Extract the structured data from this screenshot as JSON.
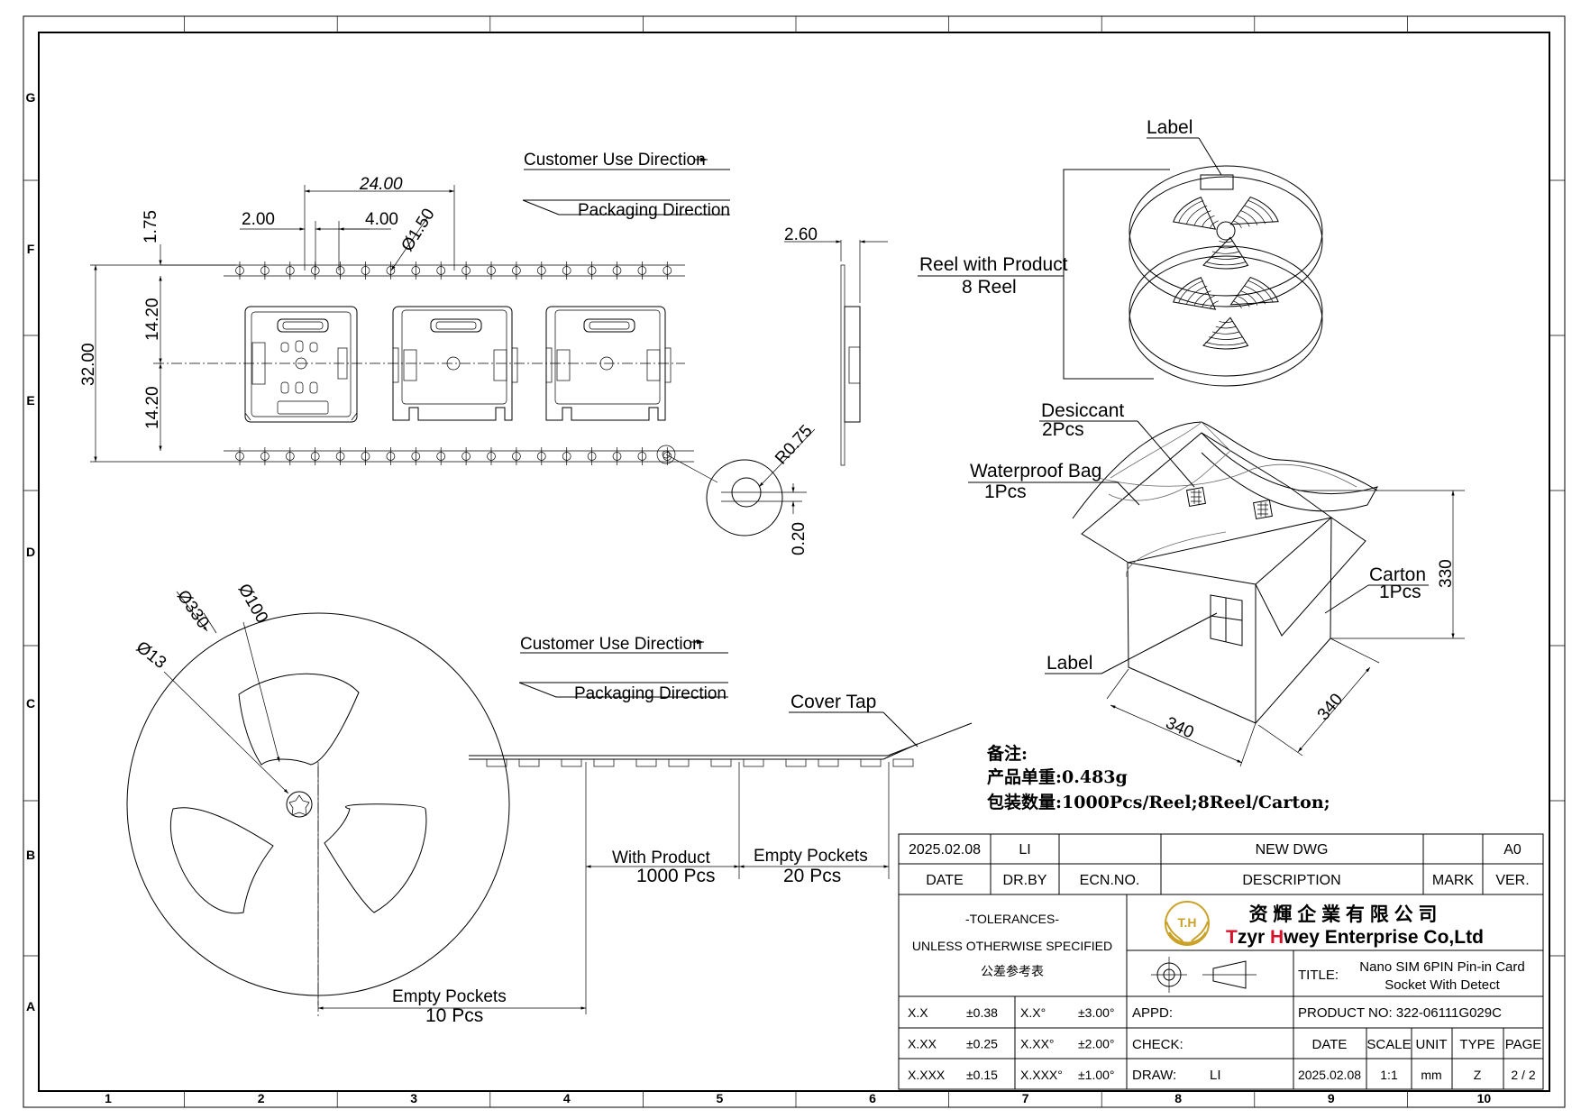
{
  "frame": {
    "columns": [
      "1",
      "2",
      "3",
      "4",
      "5",
      "6",
      "7",
      "8",
      "9",
      "10"
    ],
    "rows": [
      "G",
      "F",
      "E",
      "D",
      "C",
      "B",
      "A"
    ]
  },
  "directions": {
    "customer_use": "Customer Use Direction",
    "packaging": "Packaging Direction"
  },
  "dimensions": {
    "pitch_total": "24.00",
    "d_2_00": "2.00",
    "d_4_00": "4.00",
    "d_1_75": "1.75",
    "hole_dia": "Ø1.50",
    "tape_width": "32.00",
    "half_upper": "14.20",
    "half_lower": "14.20",
    "thickness": "2.60",
    "radius": "R0.75",
    "d_0_20": "0.20",
    "reel_outer": "Ø330",
    "reel_hub": "Ø100",
    "reel_bore": "Ø13",
    "carton_h": "330",
    "carton_w": "340",
    "carton_d": "340"
  },
  "reel_callouts": {
    "label": "Label",
    "reel_line1": "Reel with Product",
    "reel_line2": "8 Reel"
  },
  "carton_callouts": {
    "desiccant_line1": "Desiccant",
    "desiccant_line2": "2Pcs",
    "bag_line1": "Waterproof Bag",
    "bag_line2": "1Pcs",
    "carton_line1": "Carton",
    "carton_line2": "1Pcs",
    "label": "Label"
  },
  "tape_callouts": {
    "cover_tape": "Cover Tap",
    "with_product_line1": "With Product",
    "with_product_line2": "1000 Pcs",
    "empty_20_line1": "Empty Pockets",
    "empty_20_line2": "20 Pcs",
    "empty_10_line1": "Empty Pockets",
    "empty_10_line2": "10 Pcs"
  },
  "notes": {
    "heading": "备注:",
    "weight": "产品单重:0.483g",
    "packing": "包装数量:1000Pcs/Reel;8Reel/Carton;"
  },
  "title_block": {
    "revision": {
      "date": "2025.02.08",
      "drawn_by": "LI",
      "ecn": "",
      "description": "NEW DWG",
      "mark": "",
      "version": "A0"
    },
    "revision_headers": [
      "DATE",
      "DR.BY",
      "ECN.NO.",
      "DESCRIPTION",
      "MARK",
      "VER."
    ],
    "tolerances": {
      "line1": "-TOLERANCES-",
      "line2": "UNLESS OTHERWISE SPECIFIED",
      "line3": "公差参考表",
      "rows": [
        {
          "lin": "X.X",
          "lin_tol": "±0.38",
          "ang": "X.X°",
          "ang_tol": "±3.00°"
        },
        {
          "lin": "X.XX",
          "lin_tol": "±0.25",
          "ang": "X.XX°",
          "ang_tol": "±2.00°"
        },
        {
          "lin": "X.XXX",
          "lin_tol": "±0.15",
          "ang": "X.XXX°",
          "ang_tol": "±1.00°"
        }
      ]
    },
    "company": {
      "logo_text": "T.H",
      "name_cn": "资 輝 企 業 有 限 公 司",
      "name_en_1": "T",
      "name_en_2": "zyr ",
      "name_en_3": "H",
      "name_en_4": "wey Enterprise Co,Ltd",
      "accent_color": "#d4122c",
      "logo_color": "#c9a227"
    },
    "title_label": "TITLE:",
    "title_line1": "Nano SIM 6PIN Pin-in Card",
    "title_line2": "Socket With Detect",
    "product_no": "PRODUCT NO: 322-06111G029C",
    "appd_label": "APPD:",
    "check_label": "CHECK:",
    "draw_label": "DRAW:",
    "draw_value": "LI",
    "info_headers": [
      "DATE",
      "SCALE",
      "UNIT",
      "TYPE",
      "PAGE"
    ],
    "info_values": [
      "2025.02.08",
      "1:1",
      "mm",
      "Z",
      "2 / 2"
    ]
  }
}
